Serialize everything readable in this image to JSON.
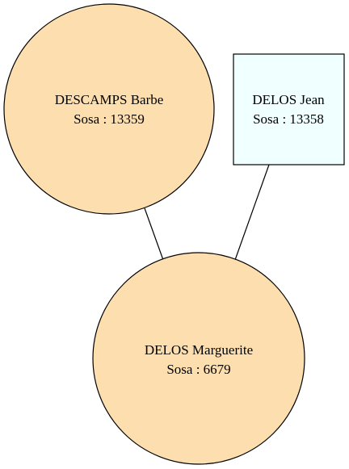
{
  "colors": {
    "female_fill": "#FDDFAF",
    "male_fill": "#F0FFFF",
    "stroke": "#000000"
  },
  "nodes": {
    "mother": {
      "shape": "circle",
      "sex": "female",
      "name": "DESCAMPS Barbe",
      "sosa": "Sosa : 13359"
    },
    "father": {
      "shape": "box",
      "sex": "male",
      "name": "DELOS Jean",
      "sosa": "Sosa : 13358"
    },
    "child": {
      "shape": "circle",
      "sex": "female",
      "name": "DELOS Marguerite",
      "sosa": "Sosa : 6679"
    }
  },
  "edges": [
    {
      "from": "mother",
      "to": "child"
    },
    {
      "from": "father",
      "to": "child"
    }
  ]
}
